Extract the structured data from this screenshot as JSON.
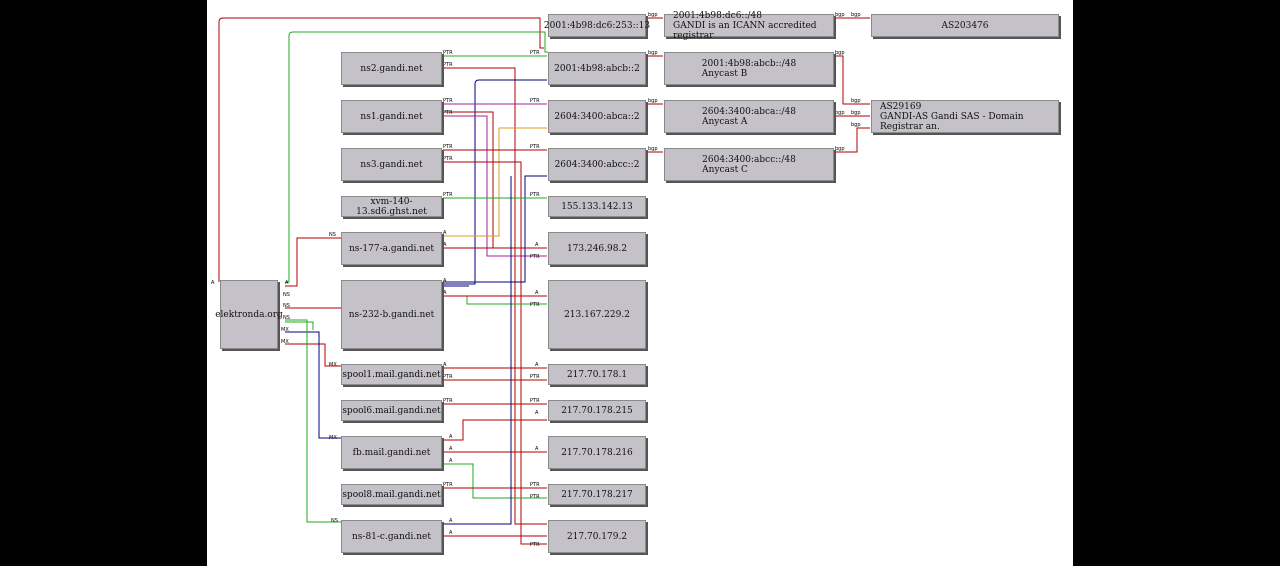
{
  "diagram": {
    "root": "elektronda.org",
    "hosts": {
      "ns2": "ns2.gandi.net",
      "ns1": "ns1.gandi.net",
      "ns3": "ns3.gandi.net",
      "xvm": "xvm-140-13.sd6.ghst.net",
      "ns177": "ns-177-a.gandi.net",
      "ns232": "ns-232-b.gandi.net",
      "spool1": "spool1.mail.gandi.net",
      "spool6": "spool6.mail.gandi.net",
      "fb": "fb.mail.gandi.net",
      "spool8": "spool8.mail.gandi.net",
      "ns81": "ns-81-c.gandi.net"
    },
    "ips": {
      "ip6_253": "2001:4b98:dc6:253::13",
      "ip6_abcb": "2001:4b98:abcb::2",
      "ip6_abca": "2604:3400:abca::2",
      "ip6_abcc": "2604:3400:abcc::2",
      "ip_155": "155.133.142.13",
      "ip_173": "173.246.98.2",
      "ip_213": "213.167.229.2",
      "ip_1781": "217.70.178.1",
      "ip_178215": "217.70.178.215",
      "ip_178216": "217.70.178.216",
      "ip_178217": "217.70.178.217",
      "ip_1792": "217.70.179.2"
    },
    "prefixes": {
      "p_dc6": {
        "line1": "2001:4b98:dc6::/48",
        "line2": "GANDI is an ICANN accredited registrar"
      },
      "p_abcb": {
        "line1": "2001:4b98:abcb::/48",
        "line2": "Anycast B"
      },
      "p_abca": {
        "line1": "2604:3400:abca::/48",
        "line2": "Anycast A"
      },
      "p_abcc": {
        "line1": "2604:3400:abcc::/48",
        "line2": "Anycast C"
      }
    },
    "asns": {
      "as203476": {
        "line1": "AS203476"
      },
      "as29169": {
        "line1": "AS29169",
        "line2": "GANDI-AS Gandi SAS - Domain Registrar an."
      }
    },
    "edge_labels": {
      "ptr": "PTR",
      "a": "A",
      "ns": "NS",
      "mx": "MX",
      "bgp": "bgp"
    },
    "colors": {
      "red": "#b00000",
      "green": "#22aa22",
      "blue": "#00007a",
      "purple": "#a0209a",
      "orange": "#e09a20",
      "node_fill": "#c4c2c8"
    }
  }
}
